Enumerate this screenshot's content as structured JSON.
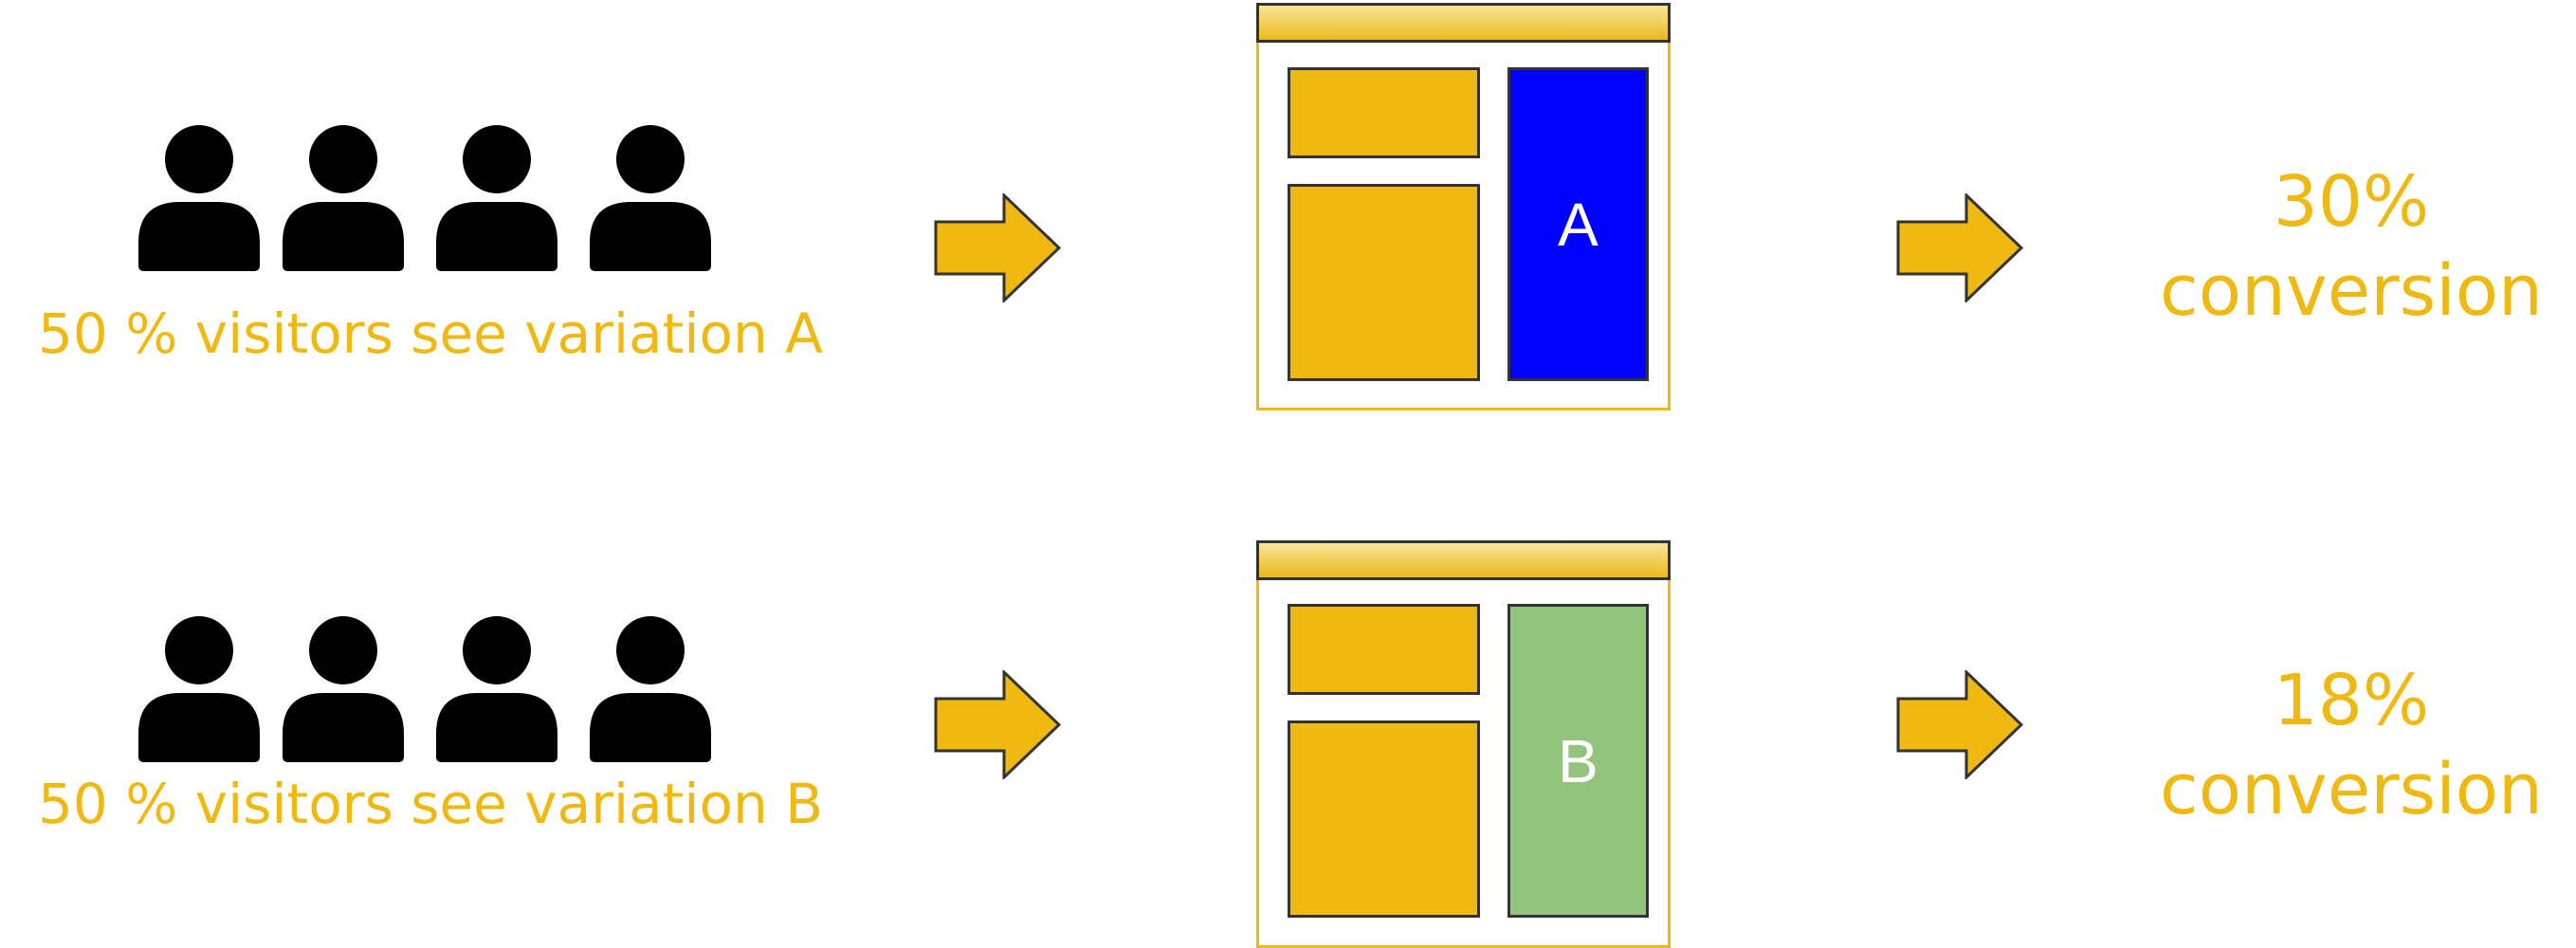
{
  "colors": {
    "accent": "#EFB911",
    "header_gradient_top": "#F9E49A",
    "header_gradient_bottom": "#E9BA1C",
    "variant_a": "#0000FF",
    "variant_b": "#93C47D",
    "icon": "#000000"
  },
  "groups": [
    {
      "caption": "50 % visitors see variation A",
      "variant_label": "A",
      "result_percent": "30%",
      "result_label": "conversion",
      "conversion_rate": 30
    },
    {
      "caption": "50 % visitors see variation B",
      "variant_label": "B",
      "result_percent": "18%",
      "result_label": "conversion",
      "conversion_rate": 18
    }
  ],
  "icons": {
    "person": "person-icon",
    "arrow": "arrow-right-icon"
  }
}
